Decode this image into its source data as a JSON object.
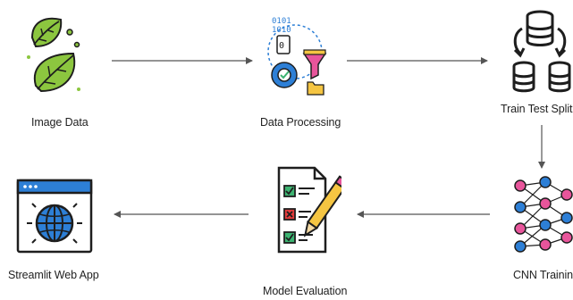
{
  "diagram": {
    "nodes": [
      {
        "id": "image-data",
        "label": "Image Data",
        "icon": "leaves-icon"
      },
      {
        "id": "data-processing",
        "label": "Data Processing",
        "icon": "data-funnel-icon"
      },
      {
        "id": "train-test-split",
        "label": "Train Test Split",
        "icon": "database-split-icon"
      },
      {
        "id": "cnn-training",
        "label": "CNN Training",
        "icon": "neural-network-icon"
      },
      {
        "id": "model-evaluation",
        "label": "Model Evaluation",
        "icon": "checklist-icon"
      },
      {
        "id": "streamlit-web-app",
        "label": "Streamlit Web App",
        "icon": "browser-globe-icon"
      }
    ],
    "edges": [
      {
        "from": "image-data",
        "to": "data-processing"
      },
      {
        "from": "data-processing",
        "to": "train-test-split"
      },
      {
        "from": "train-test-split",
        "to": "cnn-training"
      },
      {
        "from": "cnn-training",
        "to": "model-evaluation"
      },
      {
        "from": "model-evaluation",
        "to": "streamlit-web-app"
      }
    ],
    "colors": {
      "arrow": "#555555",
      "leaf": "#8cc63f",
      "dark": "#1e1e1e",
      "blue": "#2d7fd6",
      "pink": "#e8559b",
      "yellow": "#f5c542",
      "red": "#e23c3c",
      "green": "#3cb371"
    }
  }
}
